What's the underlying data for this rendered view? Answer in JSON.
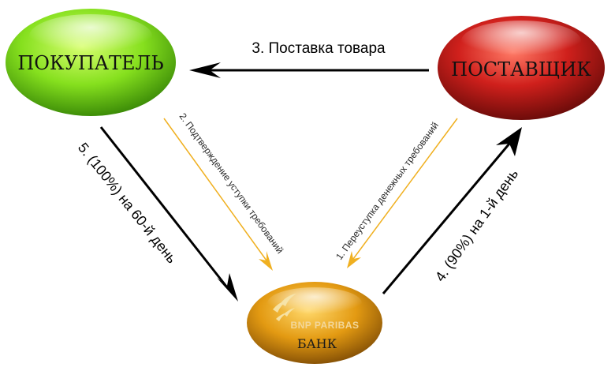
{
  "nodes": {
    "buyer": {
      "label": "ПОКУПАТЕЛЬ",
      "color": "#7fdc1c"
    },
    "supplier": {
      "label": "ПОСТАВЩИК",
      "color": "#d0201c"
    },
    "bank": {
      "label": "БАНК",
      "logo_text": "BNP PARIBAS",
      "color": "#e39a12"
    }
  },
  "edges": {
    "delivery": {
      "label": "3. Поставка товара",
      "color": "#000000"
    },
    "buyer_to_bank": {
      "label": "5. (100%) на 60-й день",
      "color": "#000000"
    },
    "bank_to_supplier": {
      "label": "4. (90%) на 1-й день",
      "color": "#000000"
    },
    "confirmation": {
      "label": "2. Подтверждение уступки требований",
      "color": "#f0b020"
    },
    "assignment": {
      "label": "1. Переуступка денежных требований",
      "color": "#f0b020"
    }
  }
}
